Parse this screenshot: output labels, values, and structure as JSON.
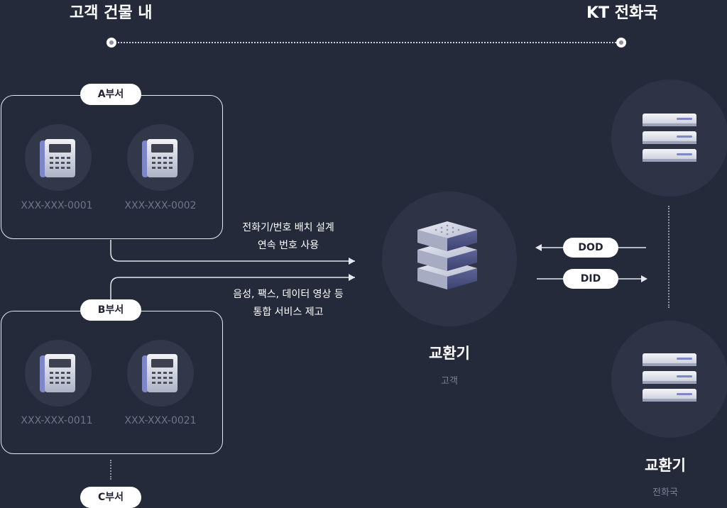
{
  "headings": {
    "left": "고객 건물 내",
    "right": "KT 전화국"
  },
  "departments": {
    "a": {
      "label": "A부서",
      "phones": [
        "XXX-XXX-0001",
        "XXX-XXX-0002"
      ]
    },
    "b": {
      "label": "B부서",
      "phones": [
        "XXX-XXX-0011",
        "XXX-XXX-0021"
      ]
    },
    "c": {
      "label": "C부서"
    }
  },
  "notes": {
    "top": [
      "전화기/번호 배치 설계",
      "연속 번호 사용"
    ],
    "bottom": [
      "음성, 팩스, 데이터 영상 등",
      "통합 서비스 제고"
    ]
  },
  "customer_exchange": {
    "title": "교환기",
    "subtitle": "고객"
  },
  "kt_exchange": {
    "title": "교환기",
    "subtitle": "전화국"
  },
  "links": {
    "dod": "DOD",
    "did": "DID"
  },
  "colors": {
    "background": "#252a3b",
    "icon_accent": "#7d86c9",
    "icon_body": "#d9dbe4",
    "muted_text": "#6f7488"
  },
  "icons": {
    "phone": "desk-phone-icon",
    "server_stack": "server-stack-icon",
    "server_rack": "server-rack-icon"
  }
}
